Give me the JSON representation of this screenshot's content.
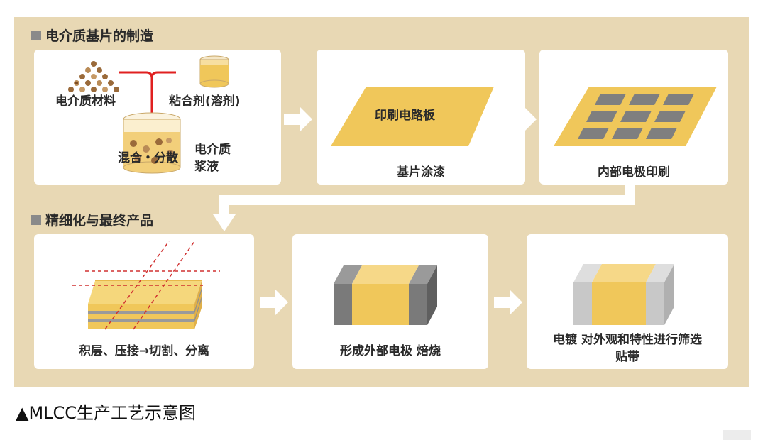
{
  "section1": {
    "title": "电介质基片的制造"
  },
  "section2": {
    "title": "精细化与最终产品"
  },
  "steps": {
    "mixing": {
      "material_label": "电介质材料",
      "binder_label": "粘合剂(溶剂)",
      "process_label": "混合・分散",
      "slurry_label": [
        "电介质",
        "浆液"
      ]
    },
    "coating": {
      "board_label": "印刷电路板",
      "caption": "基片涂漆"
    },
    "electrode": {
      "caption": "内部电极印刷"
    },
    "stacking": {
      "caption": "积层、压接→切割、分离"
    },
    "external": {
      "caption": "形成外部电极 焙烧"
    },
    "plating": {
      "caption_line1": "电镀  对外观和特性进行筛选",
      "caption_line2": "贴带"
    }
  },
  "footer": {
    "caption": "▲MLCC生产工艺示意图"
  },
  "colors": {
    "panel": "#e8d8b4",
    "gold": "#f0c75a",
    "gray": "#7f7f7f",
    "red_arrow": "#e02020",
    "brown": "#9a6a3a"
  }
}
